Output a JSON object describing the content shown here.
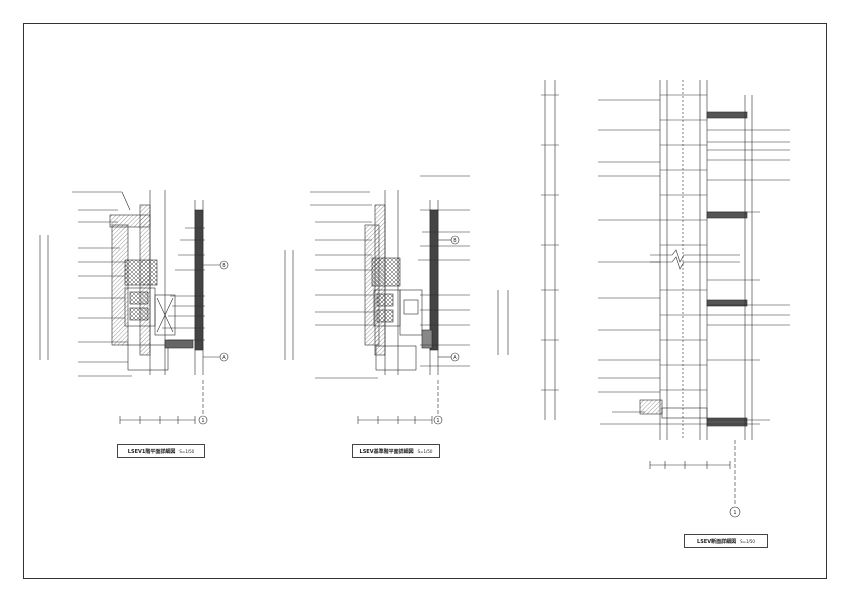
{
  "titles": {
    "plan1": "LSEV1階平面詳細図",
    "plan_std": "LSEV基準階平面詳細図",
    "section": "LSEV断面詳細図",
    "scale_left": "S=1/50",
    "scale_mid": "S=1/50",
    "scale_right": "S=1/50"
  },
  "grid_labels": {
    "b_left": "B",
    "a_left": "A",
    "one_left": "1",
    "b_mid": "B",
    "a_mid": "A",
    "one_mid": "1",
    "one_right": "1"
  },
  "colors": {
    "line": "#2a2a2a",
    "hatch": "#555555",
    "paper": "#ffffff"
  }
}
